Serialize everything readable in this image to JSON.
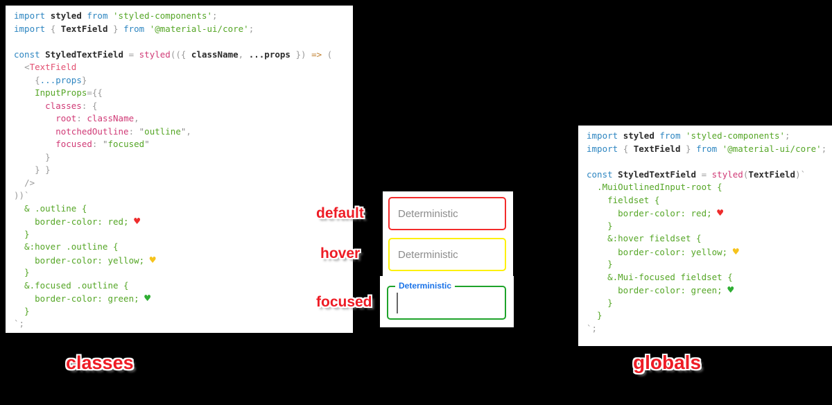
{
  "labels": {
    "default": "default",
    "hover": "hover",
    "focused": "focused",
    "classes": "classes",
    "globals": "globals"
  },
  "middle": {
    "placeholder": "Deterministic",
    "focused_label": "Deterministic"
  },
  "colors": {
    "background": "#000000",
    "panel": "#ffffff",
    "label_red": "#ee1c25",
    "field_default_border": "#f32b2b",
    "field_hover_border": "#fdf106",
    "field_focused_border": "#1ea32a",
    "focused_label_blue": "#1a73e8",
    "code_keyword_blue": "#2e86c1",
    "code_pink": "#d03a76",
    "code_green": "#55a626",
    "code_orange": "#c07f2e",
    "code_gray": "#9a9a9a"
  },
  "code_left": {
    "lines": [
      [
        [
          "k",
          "import"
        ],
        [
          "n",
          " "
        ],
        [
          "i",
          "styled"
        ],
        [
          "n",
          " "
        ],
        [
          "k",
          "from"
        ],
        [
          "n",
          " "
        ],
        [
          "s",
          "'styled-components'"
        ],
        [
          "p",
          ";"
        ]
      ],
      [
        [
          "k",
          "import"
        ],
        [
          "n",
          " "
        ],
        [
          "p",
          "{"
        ],
        [
          "n",
          " "
        ],
        [
          "i",
          "TextField"
        ],
        [
          "n",
          " "
        ],
        [
          "p",
          "}"
        ],
        [
          "n",
          " "
        ],
        [
          "k",
          "from"
        ],
        [
          "n",
          " "
        ],
        [
          "s",
          "'@material-ui/core'"
        ],
        [
          "p",
          ";"
        ]
      ],
      [],
      [
        [
          "k",
          "const"
        ],
        [
          "n",
          " "
        ],
        [
          "i",
          "StyledTextField"
        ],
        [
          "n",
          " "
        ],
        [
          "p",
          "="
        ],
        [
          "n",
          " "
        ],
        [
          "f",
          "styled"
        ],
        [
          "p",
          "(({"
        ],
        [
          "n",
          " "
        ],
        [
          "i",
          "className"
        ],
        [
          "p",
          ","
        ],
        [
          "n",
          " "
        ],
        [
          "i",
          "...props"
        ],
        [
          "n",
          " "
        ],
        [
          "p",
          "})"
        ],
        [
          "n",
          " "
        ],
        [
          "o",
          "=>"
        ],
        [
          "n",
          " "
        ],
        [
          "p",
          "("
        ]
      ],
      [
        [
          "n",
          "  "
        ],
        [
          "p",
          "<"
        ],
        [
          "t",
          "TextField"
        ]
      ],
      [
        [
          "n",
          "    "
        ],
        [
          "p",
          "{"
        ],
        [
          "k",
          "...props"
        ],
        [
          "p",
          "}"
        ]
      ],
      [
        [
          "n",
          "    "
        ],
        [
          "a",
          "InputProps"
        ],
        [
          "p",
          "={{"
        ]
      ],
      [
        [
          "n",
          "      "
        ],
        [
          "f",
          "classes"
        ],
        [
          "p",
          ":"
        ],
        [
          "n",
          " "
        ],
        [
          "p",
          "{"
        ]
      ],
      [
        [
          "n",
          "        "
        ],
        [
          "f",
          "root"
        ],
        [
          "p",
          ":"
        ],
        [
          "n",
          " "
        ],
        [
          "f",
          "className"
        ],
        [
          "p",
          ","
        ]
      ],
      [
        [
          "n",
          "        "
        ],
        [
          "f",
          "notchedOutline"
        ],
        [
          "p",
          ":"
        ],
        [
          "n",
          " "
        ],
        [
          "q",
          "\""
        ],
        [
          "s",
          "outline"
        ],
        [
          "q",
          "\""
        ],
        [
          "p",
          ","
        ]
      ],
      [
        [
          "n",
          "        "
        ],
        [
          "f",
          "focused"
        ],
        [
          "p",
          ":"
        ],
        [
          "n",
          " "
        ],
        [
          "q",
          "\""
        ],
        [
          "s",
          "focused"
        ],
        [
          "q",
          "\""
        ]
      ],
      [
        [
          "n",
          "      "
        ],
        [
          "p",
          "}"
        ]
      ],
      [
        [
          "n",
          "    "
        ],
        [
          "p",
          "} }"
        ]
      ],
      [
        [
          "n",
          "  "
        ],
        [
          "p",
          "/>"
        ]
      ],
      [
        [
          "p",
          "))`"
        ]
      ],
      [
        [
          "s",
          "  & .outline {"
        ]
      ],
      [
        [
          "s",
          "    border-color: red; "
        ],
        [
          "hr",
          "♥"
        ]
      ],
      [
        [
          "s",
          "  }"
        ]
      ],
      [
        [
          "s",
          "  &:hover .outline {"
        ]
      ],
      [
        [
          "s",
          "    border-color: yellow; "
        ],
        [
          "hy",
          "♥"
        ]
      ],
      [
        [
          "s",
          "  }"
        ]
      ],
      [
        [
          "s",
          "  &.focused .outline {"
        ]
      ],
      [
        [
          "s",
          "    border-color: green; "
        ],
        [
          "hg",
          "♥"
        ]
      ],
      [
        [
          "s",
          "  }"
        ]
      ],
      [
        [
          "p",
          "`;"
        ]
      ]
    ]
  },
  "code_right": {
    "lines": [
      [
        [
          "k",
          "import"
        ],
        [
          "n",
          " "
        ],
        [
          "i",
          "styled"
        ],
        [
          "n",
          " "
        ],
        [
          "k",
          "from"
        ],
        [
          "n",
          " "
        ],
        [
          "s",
          "'styled-components'"
        ],
        [
          "p",
          ";"
        ]
      ],
      [
        [
          "k",
          "import"
        ],
        [
          "n",
          " "
        ],
        [
          "p",
          "{"
        ],
        [
          "n",
          " "
        ],
        [
          "i",
          "TextField"
        ],
        [
          "n",
          " "
        ],
        [
          "p",
          "}"
        ],
        [
          "n",
          " "
        ],
        [
          "k",
          "from"
        ],
        [
          "n",
          " "
        ],
        [
          "s",
          "'@material-ui/core'"
        ],
        [
          "p",
          ";"
        ]
      ],
      [],
      [
        [
          "k",
          "const"
        ],
        [
          "n",
          " "
        ],
        [
          "i",
          "StyledTextField"
        ],
        [
          "n",
          " "
        ],
        [
          "p",
          "="
        ],
        [
          "n",
          " "
        ],
        [
          "f",
          "styled"
        ],
        [
          "p",
          "("
        ],
        [
          "i",
          "TextField"
        ],
        [
          "p",
          ")`"
        ]
      ],
      [
        [
          "s",
          "  .MuiOutlinedInput-root {"
        ]
      ],
      [
        [
          "s",
          "    fieldset {"
        ]
      ],
      [
        [
          "s",
          "      border-color: red; "
        ],
        [
          "hr",
          "♥"
        ]
      ],
      [
        [
          "s",
          "    }"
        ]
      ],
      [
        [
          "s",
          "    &:hover fieldset {"
        ]
      ],
      [
        [
          "s",
          "      border-color: yellow; "
        ],
        [
          "hy",
          "♥"
        ]
      ],
      [
        [
          "s",
          "    }"
        ]
      ],
      [
        [
          "s",
          "    &.Mui-focused fieldset {"
        ]
      ],
      [
        [
          "s",
          "      border-color: green; "
        ],
        [
          "hg",
          "♥"
        ]
      ],
      [
        [
          "s",
          "    }"
        ]
      ],
      [
        [
          "s",
          "  }"
        ]
      ],
      [
        [
          "p",
          "`;"
        ]
      ]
    ]
  }
}
